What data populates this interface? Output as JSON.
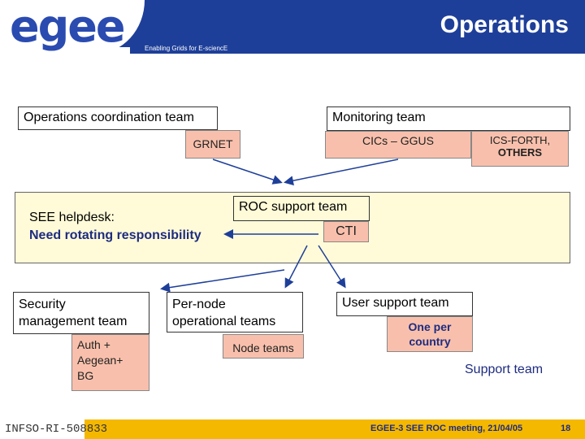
{
  "header": {
    "logo": "egee",
    "title": "Operations",
    "tagline": "Enabling Grids for E-sciencE"
  },
  "boxes": {
    "coord_team": "Operations coordination team",
    "grnet": "GRNET",
    "monitor_team": "Monitoring team",
    "cics": "CICs – GGUS",
    "ics_line1": "ICS-FORTH,",
    "ics_line2": "OTHERS",
    "roc_team": "ROC support team",
    "cti": "CTI",
    "helpdesk_line1": "SEE helpdesk:",
    "helpdesk_line2": "Need rotating responsibility",
    "sec_line1": "Security",
    "sec_line2": "management team",
    "auth_line1": "Auth +",
    "auth_line2": "Aegean+",
    "auth_line3": "BG",
    "pernode_line1": "Per-node",
    "pernode_line2": "operational teams",
    "nodeteams": "Node teams",
    "user_team": "User support team",
    "oneper_line1": "One per",
    "oneper_line2": "country",
    "support_label": "Support team"
  },
  "footer": {
    "id": "INFSO-RI-508833",
    "meeting": "EGEE-3 SEE ROC meeting, 21/04/05",
    "page": "18"
  },
  "colors": {
    "brand_blue": "#1e3f99",
    "pink": "#f8c0ac",
    "yellow_panel": "#fffbd8",
    "footer_gold": "#f5b800"
  }
}
